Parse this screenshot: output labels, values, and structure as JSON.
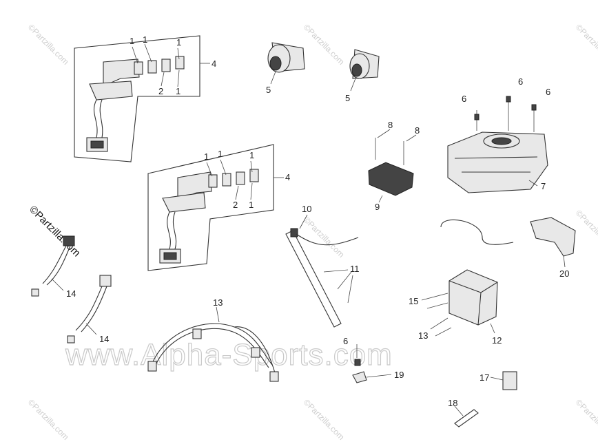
{
  "watermarks": {
    "partzilla": "©Partzilla.com",
    "partzilla_small": "©Partzilla.com",
    "site": "www.Alpha-Sports.com"
  },
  "callouts": {
    "c1a": "1",
    "c1b": "1",
    "c1c": "1",
    "c2a": "2",
    "c1d": "1",
    "c1e": "1",
    "c1f": "1",
    "c2b": "2",
    "c4a": "4",
    "c4b": "4",
    "c5a": "5",
    "c5b": "5",
    "c6a": "6",
    "c6b": "6",
    "c6c": "6",
    "c6d": "6",
    "c7": "7",
    "c8a": "8",
    "c8b": "8",
    "c9": "9",
    "c10": "10",
    "c11": "11",
    "c12": "12",
    "c13a": "13",
    "c13b": "13",
    "c14a": "14",
    "c14b": "14",
    "c15": "15",
    "c17": "17",
    "c18": "18",
    "c19": "19",
    "c20": "20"
  }
}
